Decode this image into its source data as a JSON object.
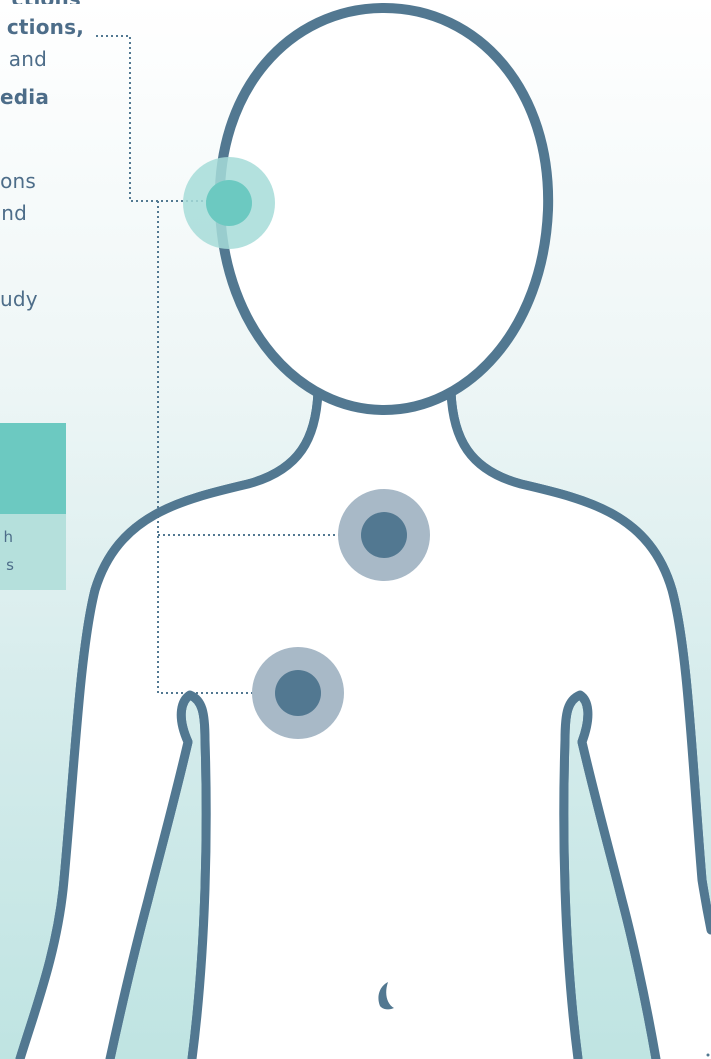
{
  "left_panel": {
    "lines": [
      {
        "text": "ctions",
        "bold": true
      },
      {
        "text": "ctions,",
        "bold": true
      },
      {
        "text": "and",
        "bold": false
      },
      {
        "text": "edia",
        "bold": true
      },
      {
        "text": "ons",
        "bold": false
      },
      {
        "text": "nd",
        "bold": false
      },
      {
        "text": "udy",
        "bold": false
      }
    ],
    "legend": {
      "line1": "h",
      "line2": "s"
    }
  },
  "colors": {
    "outline": "#527891",
    "teal_marker": "#6cc9c1",
    "teal_halo": "#a6dcd8",
    "navy_marker": "#527891",
    "navy_halo": "#a8b9c7",
    "connector": "#527891"
  },
  "markers": [
    {
      "name": "head-marker",
      "style": "teal"
    },
    {
      "name": "chest-marker-upper",
      "style": "navy"
    },
    {
      "name": "chest-marker-lower",
      "style": "navy"
    }
  ]
}
